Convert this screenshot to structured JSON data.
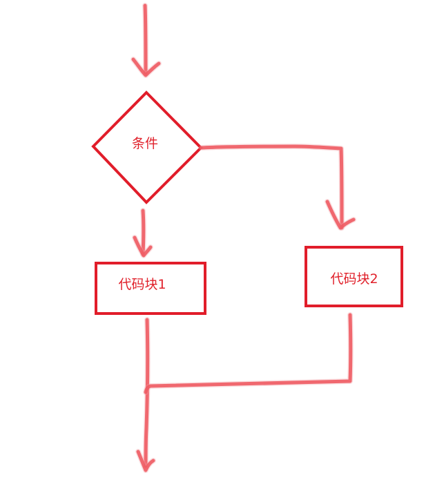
{
  "diagram": {
    "condition_label": "条件",
    "block1_label": "代码块1",
    "block2_label": "代码块2"
  },
  "colors": {
    "shape_red": "#e11d2a",
    "sketch_red": "#ee5b63",
    "text_red": "#e0212b"
  }
}
